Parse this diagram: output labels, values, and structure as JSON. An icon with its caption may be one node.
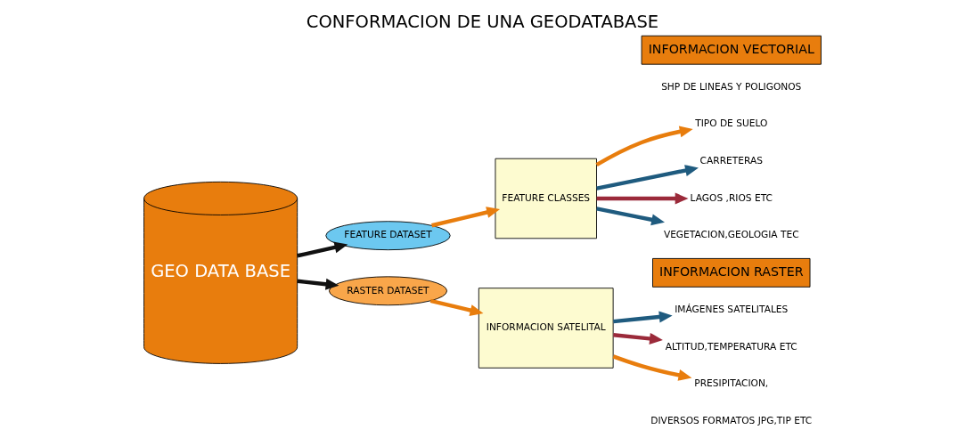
{
  "diagram": {
    "title": "CONFORMACION DE UNA GEODATABASE",
    "nodes": [
      {
        "text": [
          "GEO DATA BASE"
        ]
      },
      {
        "text": [
          "FEATURE DATASET"
        ]
      },
      {
        "text": [
          "RASTER DATASET"
        ]
      },
      {
        "text": [
          "FEATURE CLASSES"
        ]
      },
      {
        "text": [
          "INFORMACION SATELITAL"
        ]
      },
      {
        "text": [
          "INFORMACION VECTORIAL"
        ]
      },
      {
        "text": [
          "INFORMACION RASTER"
        ]
      },
      {
        "text": [
          "TIPO DE SUELO"
        ]
      },
      {
        "text": [
          "CARRETERAS"
        ]
      },
      {
        "text": [
          "LAGOS ,RIOS ETC"
        ]
      },
      {
        "text": [
          "VEGETACION,GEOLOGIA TEC"
        ]
      },
      {
        "text": [
          "IMÁGENES SATELITALES"
        ]
      },
      {
        "text": [
          "ALTITUD,TEMPERATURA ETC"
        ]
      },
      {
        "text": [
          "PRESIPITACION,"
        ]
      }
    ],
    "edges": [
      {
        "from": 0,
        "to": 1,
        "arrow": "to",
        "color": "#111111"
      },
      {
        "from": 0,
        "to": 2,
        "arrow": "to",
        "color": "#111111"
      },
      {
        "from": 1,
        "to": 3,
        "arrow": "to",
        "color": "#e87d0d"
      },
      {
        "from": 2,
        "to": 4,
        "arrow": "to",
        "color": "#e87d0d"
      },
      {
        "from": 3,
        "to": 7,
        "arrow": "to",
        "color": "#e87d0d"
      },
      {
        "from": 3,
        "to": 8,
        "arrow": "to",
        "color": "#1f5b7f"
      },
      {
        "from": 3,
        "to": 9,
        "arrow": "to",
        "color": "#9b2a3a"
      },
      {
        "from": 3,
        "to": 10,
        "arrow": "to",
        "color": "#1f5b7f"
      },
      {
        "from": 4,
        "to": 11,
        "arrow": "to",
        "color": "#1f5b7f"
      },
      {
        "from": 4,
        "to": 12,
        "arrow": "to",
        "color": "#9b2a3a"
      },
      {
        "from": 4,
        "to": 13,
        "arrow": "to",
        "color": "#e87d0d"
      }
    ],
    "labels": [
      "SHP DE LINEAS Y POLIGONOS",
      "DIVERSOS FORMATOS JPG,TIP ETC"
    ]
  }
}
